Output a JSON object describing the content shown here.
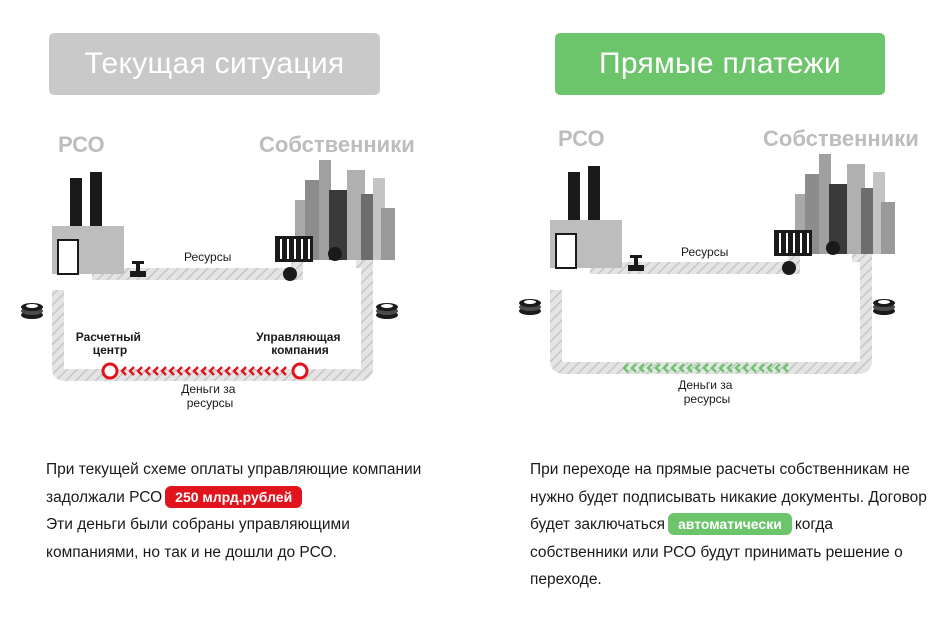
{
  "colors": {
    "gray_banner": "#c9c9c9",
    "green_banner": "#6cc46b",
    "red_accent": "#e1141e",
    "green_accent": "#6cc46b",
    "label_gray": "#bdbdbd"
  },
  "left": {
    "banner_title": "Текущая ситуация",
    "label_rso": "РСО",
    "label_owners": "Собственники",
    "label_resources": "Ресурсы",
    "label_settlement_line1": "Расчетный",
    "label_settlement_line2": "центр",
    "label_management_line1": "Управляющая",
    "label_management_line2": "компания",
    "label_money_line1": "Деньги за",
    "label_money_line2": "ресурсы",
    "text_before_badge": "При текущей схеме оплаты управляющие компании задолжали РСО",
    "badge": "250 млрд.рублей",
    "text_after_badge": "Эти деньги были собраны управляющими компаниями, но так и не дошли до РСО."
  },
  "right": {
    "banner_title": "Прямые платежи",
    "label_rso": "РСО",
    "label_owners": "Собственники",
    "label_resources": "Ресурсы",
    "label_money_line1": "Деньги за",
    "label_money_line2": "ресурсы",
    "text_before_badge": "При переходе на прямые расчеты собственникам не нужно будет подписывать никакие документы. Договор будет заключаться",
    "badge": "автоматически",
    "text_after_badge": "когда собственники или РСО будут принимать решение о переходе."
  }
}
